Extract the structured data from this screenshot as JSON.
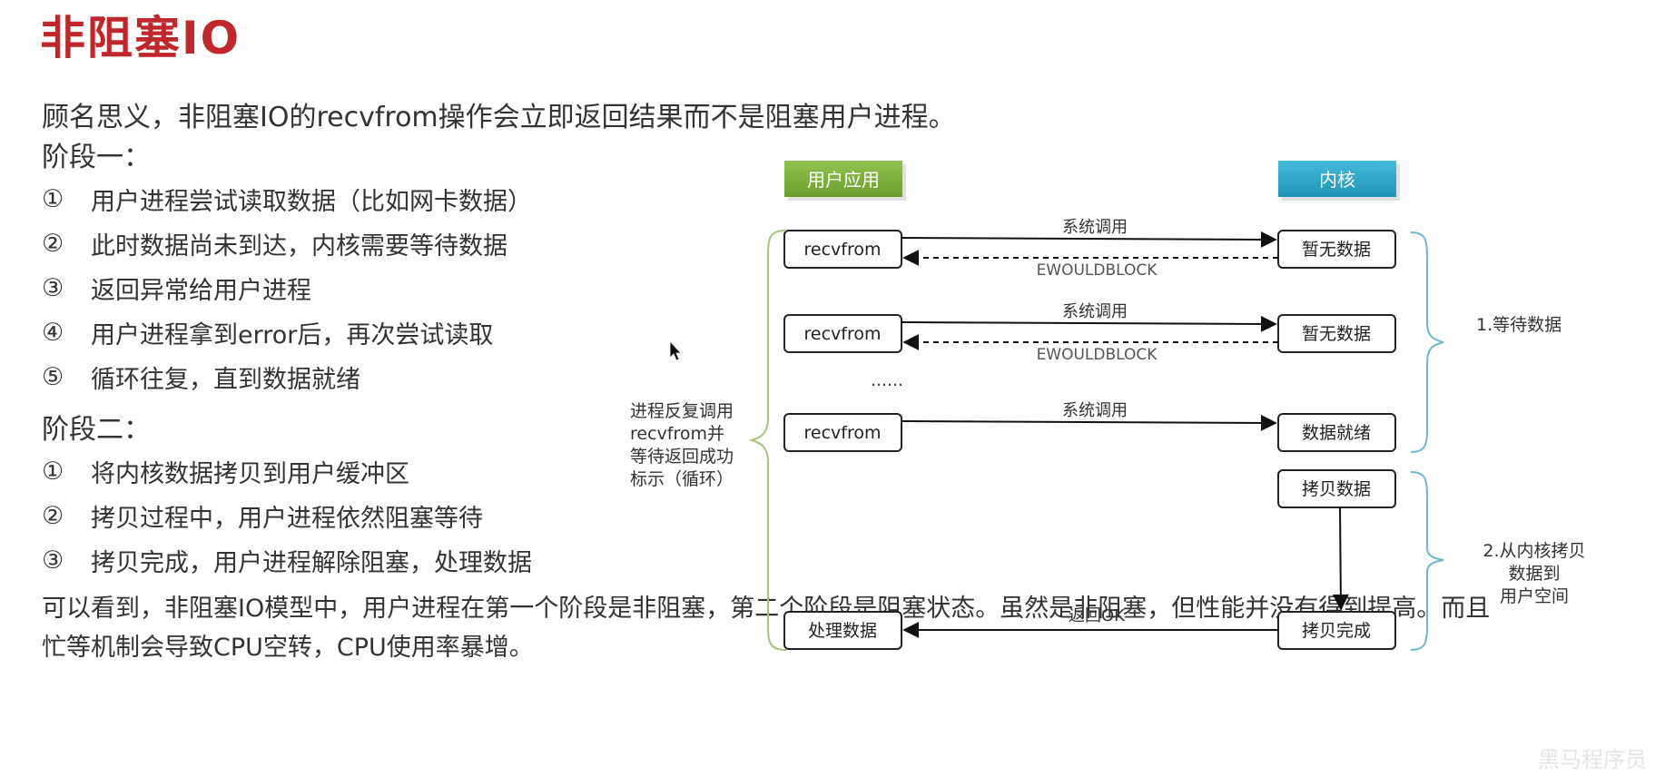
{
  "title": "非阻塞IO",
  "intro": "顾名思义，非阻塞IO的recvfrom操作会立即返回结果而不是阻塞用户进程。",
  "stage1": {
    "heading": "阶段一：",
    "steps": [
      {
        "num": "①",
        "text": "用户进程尝试读取数据（比如网卡数据）"
      },
      {
        "num": "②",
        "text": "此时数据尚未到达，内核需要等待数据"
      },
      {
        "num": "③",
        "text": "返回异常给用户进程"
      },
      {
        "num": "④",
        "text": "用户进程拿到error后，再次尝试读取"
      },
      {
        "num": "⑤",
        "text": "循环往复，直到数据就绪"
      }
    ]
  },
  "stage2": {
    "heading": "阶段二：",
    "steps": [
      {
        "num": "①",
        "text": "将内核数据拷贝到用户缓冲区"
      },
      {
        "num": "②",
        "text": "拷贝过程中，用户进程依然阻塞等待"
      },
      {
        "num": "③",
        "text": "拷贝完成，用户进程解除阻塞，处理数据"
      }
    ]
  },
  "conclusion": [
    "可以看到，非阻塞IO模型中，用户进程在第一个阶段是非阻塞，第二个阶段是阻塞状态。虽然是非阻塞，但性能并没有得到提高。而且",
    "忙等机制会导致CPU空转，CPU使用率暴增。"
  ],
  "diagram": {
    "user_header": "用户应用",
    "kernel_header": "内核",
    "user_header_color": "#7eb13c",
    "kernel_header_color": "#2ba9c8",
    "user_boxes": [
      "recvfrom",
      "recvfrom",
      "recvfrom",
      "处理数据"
    ],
    "kernel_boxes": [
      "暂无数据",
      "暂无数据",
      "数据就绪",
      "拷贝数据",
      "拷贝完成"
    ],
    "syscall_label": "系统调用",
    "ewouldblock_label": "EWOULDBLOCK",
    "ellipsis": "……",
    "return_ok_label": "返回OK",
    "left_note": [
      "进程反复调用",
      "recvfrom并",
      "等待返回成功",
      "标示（循环）"
    ],
    "phase1_label": "1.等待数据",
    "phase2_label": [
      "2.从内核拷贝",
      "数据到",
      "用户空间"
    ],
    "left_brace_color": "#a7c27a",
    "right_brace_color": "#6fb6cc"
  },
  "watermark": "黑马程序员"
}
